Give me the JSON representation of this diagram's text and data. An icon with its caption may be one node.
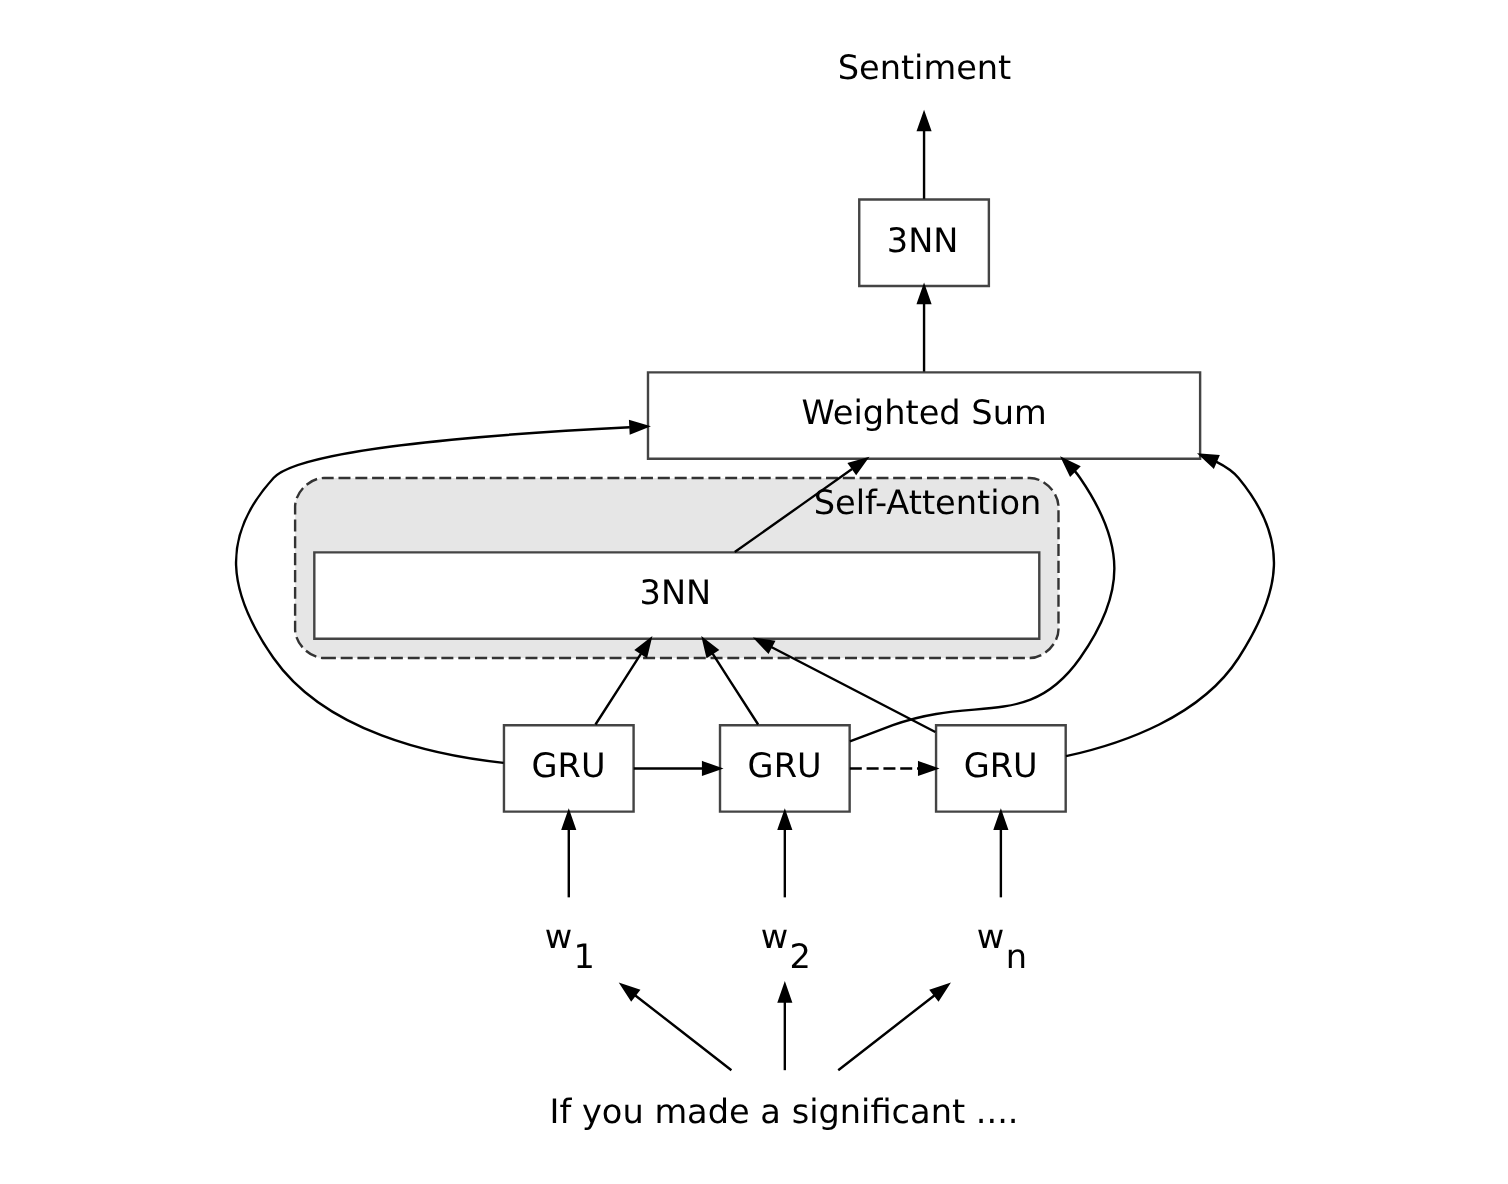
{
  "diagram": {
    "nodes": [
      {
        "text": [
          "Sentiment"
        ]
      },
      {
        "text": [
          "3NN"
        ]
      },
      {
        "text": [
          "Weighted Sum"
        ]
      },
      {
        "text": [
          "Self-Attention"
        ]
      },
      {
        "text": [
          "3NN"
        ],
        "in": 3
      },
      {
        "text": [
          "GRU"
        ]
      },
      {
        "text": [
          "GRU"
        ]
      },
      {
        "text": [
          "GRU"
        ]
      },
      {
        "text": [
          "w$_{1}$"
        ]
      },
      {
        "text": [
          "w$_{2}$"
        ]
      },
      {
        "text": [
          "w$_{n}$"
        ]
      },
      {
        "text": [
          "If you made a significant ...."
        ]
      }
    ],
    "edges": [
      {
        "from": 2,
        "to": 1,
        "arrow": "to"
      },
      {
        "from": 1,
        "to": 0,
        "arrow": "to"
      },
      {
        "from": 4,
        "to": 2,
        "arrow": "to"
      },
      {
        "from": 5,
        "to": 2,
        "arrow": "to"
      },
      {
        "from": 6,
        "to": 2,
        "arrow": "to"
      },
      {
        "from": 7,
        "to": 2,
        "arrow": "to"
      },
      {
        "from": 5,
        "to": 4,
        "arrow": "to"
      },
      {
        "from": 6,
        "to": 4,
        "arrow": "to"
      },
      {
        "from": 7,
        "to": 4,
        "arrow": "to"
      },
      {
        "from": 5,
        "to": 6,
        "arrow": "to"
      },
      {
        "from": 6,
        "to": 7,
        "arrow": "to",
        "style": "dashed"
      },
      {
        "from": 8,
        "to": 5,
        "arrow": "to"
      },
      {
        "from": 9,
        "to": 6,
        "arrow": "to"
      },
      {
        "from": 10,
        "to": 7,
        "arrow": "to"
      },
      {
        "from": 11,
        "to": 8,
        "arrow": "to"
      },
      {
        "from": 11,
        "to": 9,
        "arrow": "to"
      },
      {
        "from": 11,
        "to": 10,
        "arrow": "to"
      }
    ]
  }
}
